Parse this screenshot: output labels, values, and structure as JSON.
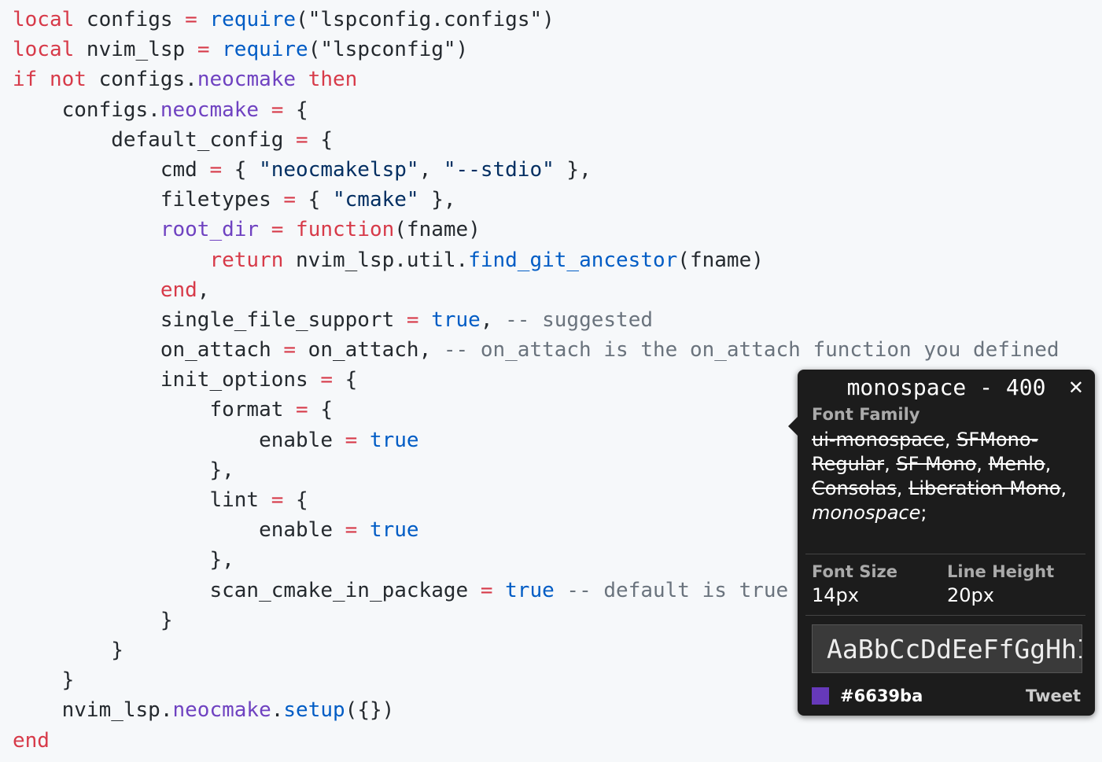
{
  "code": [
    [
      [
        "local",
        "kw"
      ],
      [
        " configs "
      ],
      [
        "=",
        "op"
      ],
      [
        " "
      ],
      [
        "require",
        "fn"
      ],
      [
        "(\"lspconfig.configs\")"
      ]
    ],
    [
      [
        "local",
        "kw"
      ],
      [
        " nvim_lsp "
      ],
      [
        "=",
        "op"
      ],
      [
        " "
      ],
      [
        "require",
        "fn"
      ],
      [
        "(\"lspconfig\")"
      ]
    ],
    [
      [
        "if",
        "kw"
      ],
      [
        " "
      ],
      [
        "not",
        "kw"
      ],
      [
        " configs."
      ],
      [
        "neocmake",
        "pr"
      ],
      [
        " "
      ],
      [
        "then",
        "kw"
      ]
    ],
    [
      [
        "    configs."
      ],
      [
        "neocmake",
        "pr"
      ],
      [
        " "
      ],
      [
        "=",
        "op"
      ],
      [
        " {"
      ]
    ],
    [
      [
        "        default_config "
      ],
      [
        "=",
        "op"
      ],
      [
        " {"
      ]
    ],
    [
      [
        "            cmd "
      ],
      [
        "=",
        "op"
      ],
      [
        " { "
      ],
      [
        "\"neocmakelsp\"",
        "st"
      ],
      [
        ", "
      ],
      [
        "\"--stdio\"",
        "st"
      ],
      [
        " },"
      ]
    ],
    [
      [
        "            filetypes "
      ],
      [
        "=",
        "op"
      ],
      [
        " { "
      ],
      [
        "\"cmake\"",
        "st"
      ],
      [
        " },"
      ]
    ],
    [
      [
        "            "
      ],
      [
        "root_dir",
        "pr"
      ],
      [
        " "
      ],
      [
        "=",
        "op"
      ],
      [
        " "
      ],
      [
        "function",
        "kw"
      ],
      [
        "(fname)"
      ]
    ],
    [
      [
        "                "
      ],
      [
        "return",
        "kw"
      ],
      [
        " nvim_lsp.util."
      ],
      [
        "find_git_ancestor",
        "fn"
      ],
      [
        "(fname)"
      ]
    ],
    [
      [
        "            "
      ],
      [
        "end",
        "kw"
      ],
      [
        ","
      ]
    ],
    [
      [
        "            single_file_support "
      ],
      [
        "=",
        "op"
      ],
      [
        " "
      ],
      [
        "true",
        "fn"
      ],
      [
        ", "
      ],
      [
        "-- suggested",
        "cm"
      ]
    ],
    [
      [
        "            on_attach "
      ],
      [
        "=",
        "op"
      ],
      [
        " on_attach, "
      ],
      [
        "-- on_attach is the on_attach function you defined",
        "cm"
      ]
    ],
    [
      [
        "            init_options "
      ],
      [
        "=",
        "op"
      ],
      [
        " {"
      ]
    ],
    [
      [
        "                format "
      ],
      [
        "=",
        "op"
      ],
      [
        " {"
      ]
    ],
    [
      [
        "                    enable "
      ],
      [
        "=",
        "op"
      ],
      [
        " "
      ],
      [
        "true",
        "fn"
      ]
    ],
    [
      [
        "                },"
      ]
    ],
    [
      [
        "                lint "
      ],
      [
        "=",
        "op"
      ],
      [
        " {"
      ]
    ],
    [
      [
        "                    enable "
      ],
      [
        "=",
        "op"
      ],
      [
        " "
      ],
      [
        "true",
        "fn"
      ]
    ],
    [
      [
        "                },"
      ]
    ],
    [
      [
        "                scan_cmake_in_package "
      ],
      [
        "=",
        "op"
      ],
      [
        " "
      ],
      [
        "true",
        "fn"
      ],
      [
        " "
      ],
      [
        "-- default is true",
        "cm"
      ]
    ],
    [
      [
        "            }"
      ]
    ],
    [
      [
        "        }"
      ]
    ],
    [
      [
        "    }"
      ]
    ],
    [
      [
        "    nvim_lsp."
      ],
      [
        "neocmake",
        "pr"
      ],
      [
        "."
      ],
      [
        "setup",
        "fn"
      ],
      [
        "({})"
      ]
    ],
    [
      [
        "end",
        "kw"
      ]
    ]
  ],
  "popup": {
    "title": "monospace - 400",
    "close": "✕",
    "family_label": "Font Family",
    "family_struck": [
      "ui-monospace",
      "SFMono-Regular",
      "SF Mono",
      "Menlo",
      "Consolas",
      "Liberation Mono"
    ],
    "family_used": "monospace",
    "size_label": "Font Size",
    "size_value": "14px",
    "lh_label": "Line Height",
    "lh_value": "20px",
    "sample": "AaBbCcDdEeFfGgHhIiJjKkLlMmNnOoPpQqRrSsTtUuVvWwXxYyZz",
    "color_hex": "#6639ba",
    "tweet": "Tweet"
  }
}
